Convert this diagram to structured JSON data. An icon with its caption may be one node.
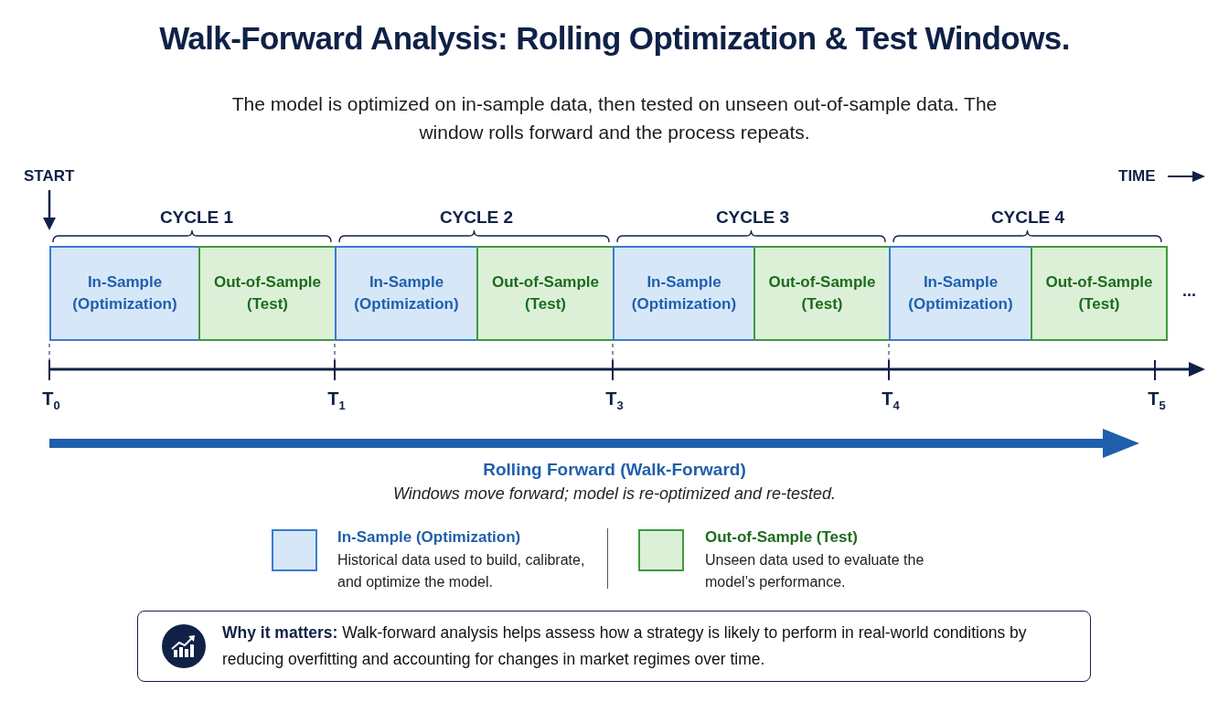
{
  "diagram": {
    "title": "Walk-Forward Analysis: Rolling Optimization & Test Windows.",
    "nodes": [
      {
        "text": [
          "In-Sample (Optimization)"
        ]
      },
      {
        "text": [
          "Out-of-Sample (Test)"
        ]
      },
      {
        "text": [
          "In-Sample (Optimization)"
        ]
      },
      {
        "text": [
          "Out-of-Sample (Test)"
        ]
      },
      {
        "text": [
          "In-Sample (Optimization)"
        ]
      },
      {
        "text": [
          "Out-of-Sample (Test)"
        ]
      },
      {
        "text": [
          "In-Sample (Optimization)"
        ]
      },
      {
        "text": [
          "Out-of-Sample (Test)"
        ]
      },
      {
        "text": [
          "**Why it matters:** Walk-forward analysis helps assess how a strategy is likely to perform in real-world conditions by reducing overfitting and accounting for changes in market regimes over time."
        ]
      }
    ],
    "labels": [
      "The model is optimized on in-sample data, then tested on unseen out-of-sample data. The window rolls forward and the process repeats.",
      "START",
      "TIME",
      "CYCLE 1",
      "CYCLE 2",
      "CYCLE 3",
      "CYCLE 4",
      "...",
      "T$_{0}$",
      "T$_{1}$",
      "T$_{3}$",
      "T$_{4}$",
      "T$_{5}$",
      "Rolling Forward (Walk-Forward)",
      "Windows move forward; model is re-optimized and re-tested.",
      "Historical data used to build, calibrate, and optimize the model.",
      "Unseen data used to evaluate the model’s performance."
    ],
    "legend": [
      {
        "text": "In-Sample (Optimization)",
        "color": "#d6e7f8"
      },
      {
        "text": "Out-of-Sample (Test)",
        "color": "#dcf0d8"
      }
    ]
  }
}
